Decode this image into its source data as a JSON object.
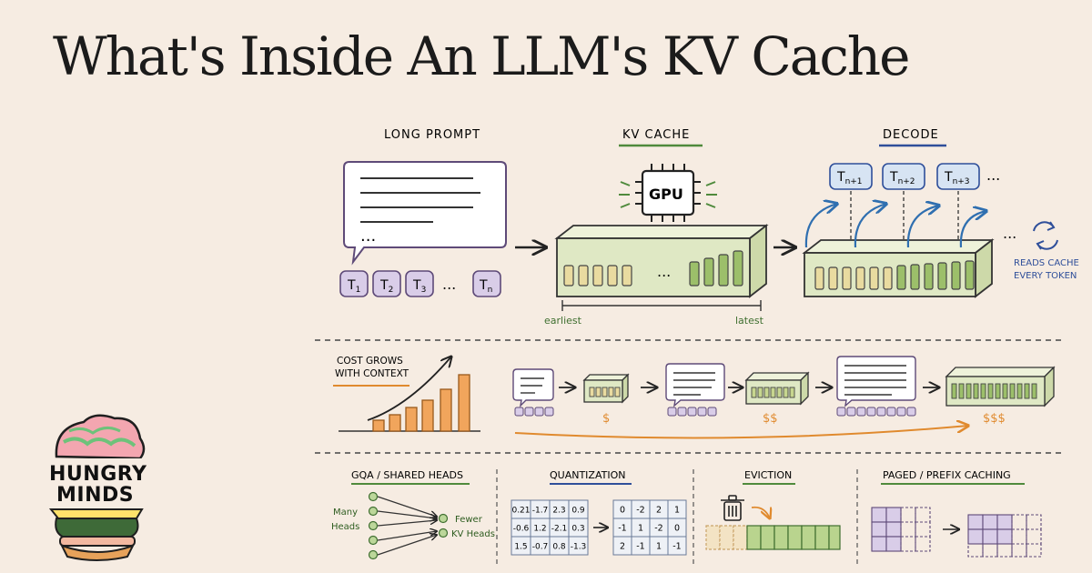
{
  "title": "What's Inside An LLM's KV Cache",
  "sections": {
    "long_prompt": "LONG PROMPT",
    "kv_cache": "KV CACHE",
    "decode": "DECODE"
  },
  "prompt_ellipsis": "...",
  "prompt_tokens": [
    {
      "base": "T",
      "sub": "1"
    },
    {
      "base": "T",
      "sub": "2"
    },
    {
      "base": "T",
      "sub": "3"
    },
    {
      "base": "...",
      "sub": ""
    },
    {
      "base": "T",
      "sub": "n"
    }
  ],
  "gpu_label": "GPU",
  "cache_ellipsis": "...",
  "cache_earliest": "earliest",
  "cache_latest": "latest",
  "decode_tokens": [
    {
      "base": "T",
      "sub": "n+1"
    },
    {
      "base": "T",
      "sub": "n+2"
    },
    {
      "base": "T",
      "sub": "n+3"
    }
  ],
  "decode_more": "...",
  "decode_trailing": "...",
  "reads_cache_lines": [
    "READS CACHE",
    "EVERY TOKEN"
  ],
  "cost_lines": [
    "COST GROWS",
    "WITH CONTEXT"
  ],
  "cost_labels": [
    "$",
    "$$",
    "$$$"
  ],
  "techniques": {
    "gqa": {
      "title": "GQA / SHARED HEADS",
      "many": [
        "Many",
        "Heads"
      ],
      "fewer": [
        "Fewer",
        "KV Heads"
      ]
    },
    "quantization": {
      "title": "QUANTIZATION",
      "before": [
        [
          "0.21",
          "-1.7",
          "2.3",
          "0.9"
        ],
        [
          "-0.6",
          "1.2",
          "-2.1",
          "0.3"
        ],
        [
          "1.5",
          "-0.7",
          "0.8",
          "-1.3"
        ]
      ],
      "after": [
        [
          "0",
          "-2",
          "2",
          "1"
        ],
        [
          "-1",
          "1",
          "-2",
          "0"
        ],
        [
          "2",
          "-1",
          "1",
          "-1"
        ]
      ]
    },
    "eviction": {
      "title": "EVICTION"
    },
    "paged": {
      "title": "PAGED / PREFIX CACHING"
    }
  },
  "logo_lines": [
    "HUNGRY",
    "MINDS"
  ],
  "colors": {
    "background": "#f6ece2",
    "purple": "#d9cde8",
    "purple_stroke": "#5e4a78",
    "cache_green": "#dfe8c4",
    "blue": "#2f6fb0",
    "orange": "#e08a2e",
    "green_underline": "#4f8a3c",
    "blue_underline": "#2f4f9a"
  },
  "icons": [
    "gpu-chip-icon",
    "trash-icon",
    "refresh-icon"
  ]
}
